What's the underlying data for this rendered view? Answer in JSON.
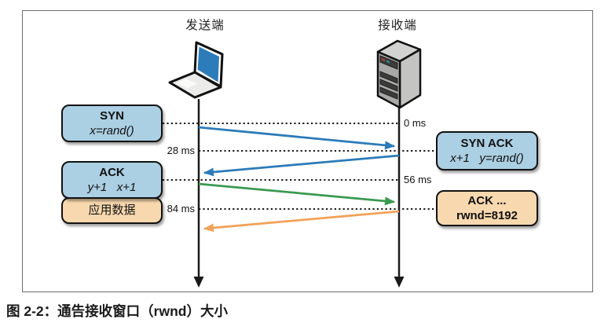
{
  "caption": "图 2-2：通告接收窗口（rwnd）大小",
  "endpoints": {
    "sender_label": "发送端",
    "receiver_label": "接收端",
    "sender_icon": "laptop-icon",
    "receiver_icon": "server-icon"
  },
  "timestamps": {
    "t0": "0 ms",
    "t28": "28 ms",
    "t56": "56 ms",
    "t84": "84 ms"
  },
  "boxes": {
    "syn": {
      "line1": "SYN",
      "line2": "x=rand()"
    },
    "syn_ack": {
      "line1": "SYN ACK",
      "line2": "x+1   y=rand()"
    },
    "ack": {
      "line1": "ACK",
      "line2": "y+1   x+1"
    },
    "app_data": {
      "line1": "应用数据"
    },
    "ack_rwnd": {
      "line1": "ACK ...",
      "line2": "rwnd=8192"
    }
  },
  "arrows": [
    {
      "from": "sender",
      "to": "receiver",
      "color": "#2b7bb9"
    },
    {
      "from": "receiver",
      "to": "sender",
      "color": "#2b7bb9"
    },
    {
      "from": "sender",
      "to": "receiver",
      "color": "#3a9a51"
    },
    {
      "from": "receiver",
      "to": "sender",
      "color": "#f3a158"
    }
  ],
  "colors": {
    "box_blue": "#abcfe3",
    "box_peach": "#f8d8ae",
    "arrow_blue": "#2b7bb9",
    "arrow_green": "#3a9a51",
    "arrow_orange": "#f3a158",
    "line_black": "#1a1a1a",
    "laptop_screen_blue": "#2d7cba"
  }
}
